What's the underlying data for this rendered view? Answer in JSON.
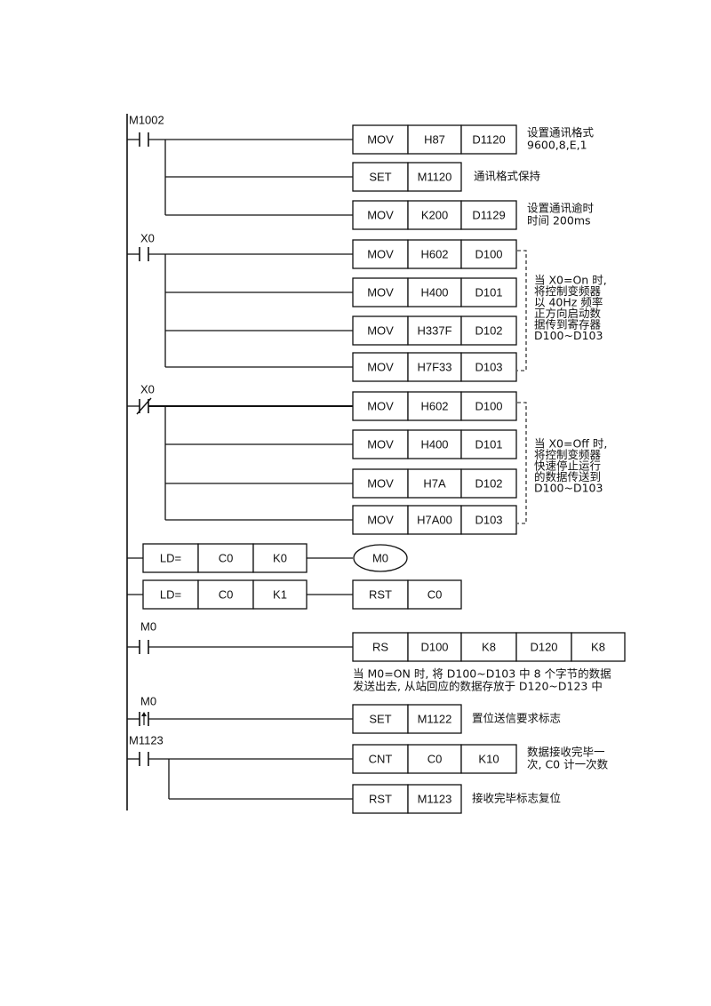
{
  "rungs": [
    {
      "contact": "M1002",
      "contact_type": "NO",
      "branches": [
        {
          "instr": [
            "MOV",
            "H87",
            "D1120"
          ],
          "comment": [
            "设置通讯格式",
            "9600,8,E,1"
          ]
        },
        {
          "instr": [
            "SET",
            "M1120"
          ],
          "comment": [
            "通讯格式保持"
          ]
        },
        {
          "instr": [
            "MOV",
            "K200",
            "D1129"
          ],
          "comment": [
            "设置通讯逾时",
            "时间 200ms"
          ]
        }
      ]
    },
    {
      "contact": "X0",
      "contact_type": "NO",
      "branches": [
        {
          "instr": [
            "MOV",
            "H602",
            "D100"
          ]
        },
        {
          "instr": [
            "MOV",
            "H400",
            "D101"
          ]
        },
        {
          "instr": [
            "MOV",
            "H337F",
            "D102"
          ]
        },
        {
          "instr": [
            "MOV",
            "H7F33",
            "D103"
          ]
        }
      ],
      "group_comment": [
        "当 X0=On 时,",
        "将控制变频器",
        "以 40Hz 频率",
        "正方向启动数",
        "据传到寄存器",
        "D100~D103"
      ]
    },
    {
      "contact": "X0",
      "contact_type": "NC",
      "branches": [
        {
          "instr": [
            "MOV",
            "H602",
            "D100"
          ]
        },
        {
          "instr": [
            "MOV",
            "H400",
            "D101"
          ]
        },
        {
          "instr": [
            "MOV",
            "H7A",
            "D102"
          ]
        },
        {
          "instr": [
            "MOV",
            "H7A00",
            "D103"
          ]
        }
      ],
      "group_comment": [
        "当 X0=Off 时,",
        "将控制变频器",
        "快速停止运行",
        "的数据传送到",
        "D100~D103"
      ]
    },
    {
      "compare": [
        "LD=",
        "C0",
        "K0"
      ],
      "coil": "M0"
    },
    {
      "compare": [
        "LD=",
        "C0",
        "K1"
      ],
      "instr": [
        "RST",
        "C0"
      ]
    },
    {
      "contact": "M0",
      "contact_type": "NO",
      "instr": [
        "RS",
        "D100",
        "K8",
        "D120",
        "K8"
      ],
      "note": [
        "当 M0=ON 时, 将 D100~D103 中 8 个字节的数据",
        "发送出去, 从站回应的数据存放于 D120~D123 中"
      ]
    },
    {
      "contact": "M0",
      "contact_type": "RISE",
      "instr": [
        "SET",
        "M1122"
      ],
      "comment": [
        "置位送信要求标志"
      ]
    },
    {
      "contact": "M1123",
      "contact_type": "NO",
      "branches": [
        {
          "instr": [
            "CNT",
            "C0",
            "K10"
          ],
          "comment": [
            "数据接收完毕一",
            "次, C0 计一次数"
          ]
        },
        {
          "instr": [
            "RST",
            "M1123"
          ],
          "comment": [
            "接收完毕标志复位"
          ]
        }
      ]
    }
  ],
  "colors": {
    "line": "#111111",
    "background": "#ffffff"
  }
}
